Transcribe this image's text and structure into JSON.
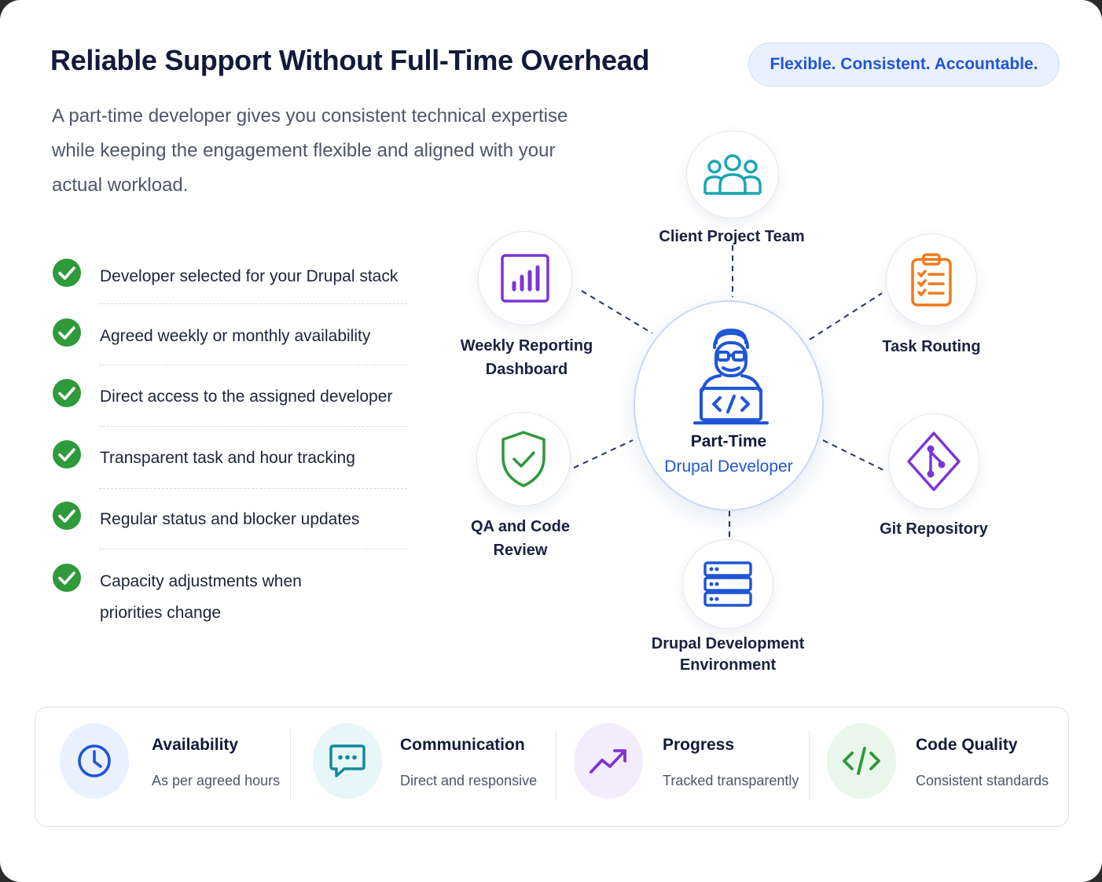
{
  "header": {
    "title": "Reliable Support Without Full-Time Overhead",
    "tagline": "Flexible. Consistent. Accountable."
  },
  "intro": "A part-time developer gives you consistent technical expertise while keeping the engagement flexible and aligned with your actual workload.",
  "benefits": [
    {
      "text": "Developer selected for your Drupal stack"
    },
    {
      "text": "Agreed weekly or monthly availability"
    },
    {
      "text": "Direct access to the assigned developer"
    },
    {
      "text": "Transparent task and hour tracking"
    },
    {
      "text": "Regular status and blocker updates"
    },
    {
      "text": "Capacity adjustments when priorities change"
    }
  ],
  "diagram": {
    "center": {
      "line1": "Part-Time",
      "line2": "Drupal Developer",
      "icon": "developer-icon"
    },
    "nodes": [
      {
        "label": "Client Project Team",
        "icon": "users-icon",
        "color": "#1aa6b7"
      },
      {
        "label": "Task Routing",
        "icon": "clipboard-icon",
        "color": "#f07a1a"
      },
      {
        "label": "Git Repository",
        "icon": "git-icon",
        "color": "#7b35d6"
      },
      {
        "label": "Drupal Development Environment",
        "icon": "server-icon",
        "color": "#1f56d6"
      },
      {
        "label": "QA and Code Review",
        "icon": "shield-check-icon",
        "color": "#2e9a3a"
      },
      {
        "label": "Weekly Reporting Dashboard",
        "icon": "chart-icon",
        "color": "#7b35d6"
      }
    ]
  },
  "features": [
    {
      "title": "Availability",
      "subtitle": "As per agreed hours",
      "icon": "clock-icon",
      "color": "#1f56d6"
    },
    {
      "title": "Communication",
      "subtitle": "Direct and responsive",
      "icon": "chat-icon",
      "color": "#138a9a"
    },
    {
      "title": "Progress",
      "subtitle": "Tracked transparently",
      "icon": "trend-icon",
      "color": "#7b35d6"
    },
    {
      "title": "Code Quality",
      "subtitle": "Consistent standards",
      "icon": "code-icon",
      "color": "#2e9a3a"
    }
  ],
  "colors": {
    "accent": "#1f56d6",
    "check": "#2e9a3a",
    "title": "#121a3a"
  }
}
